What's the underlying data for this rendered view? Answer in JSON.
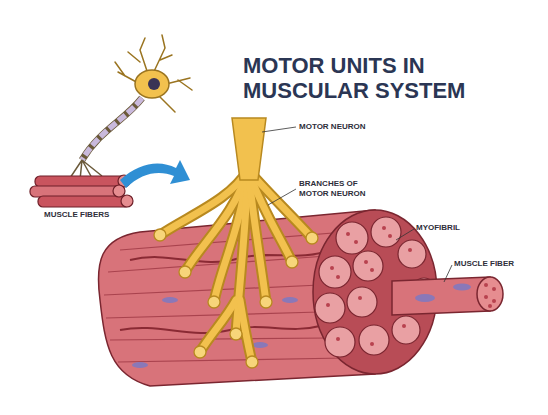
{
  "diagram": {
    "title": "MOTOR UNITS IN MUSCULAR SYSTEM",
    "labels": [
      "MOTOR NEURON",
      "BRANCHES OF MOTOR NEURON",
      "MYOFIBRIL",
      "MUSCLE FIBER",
      "MUSCLE FIBERS"
    ]
  }
}
